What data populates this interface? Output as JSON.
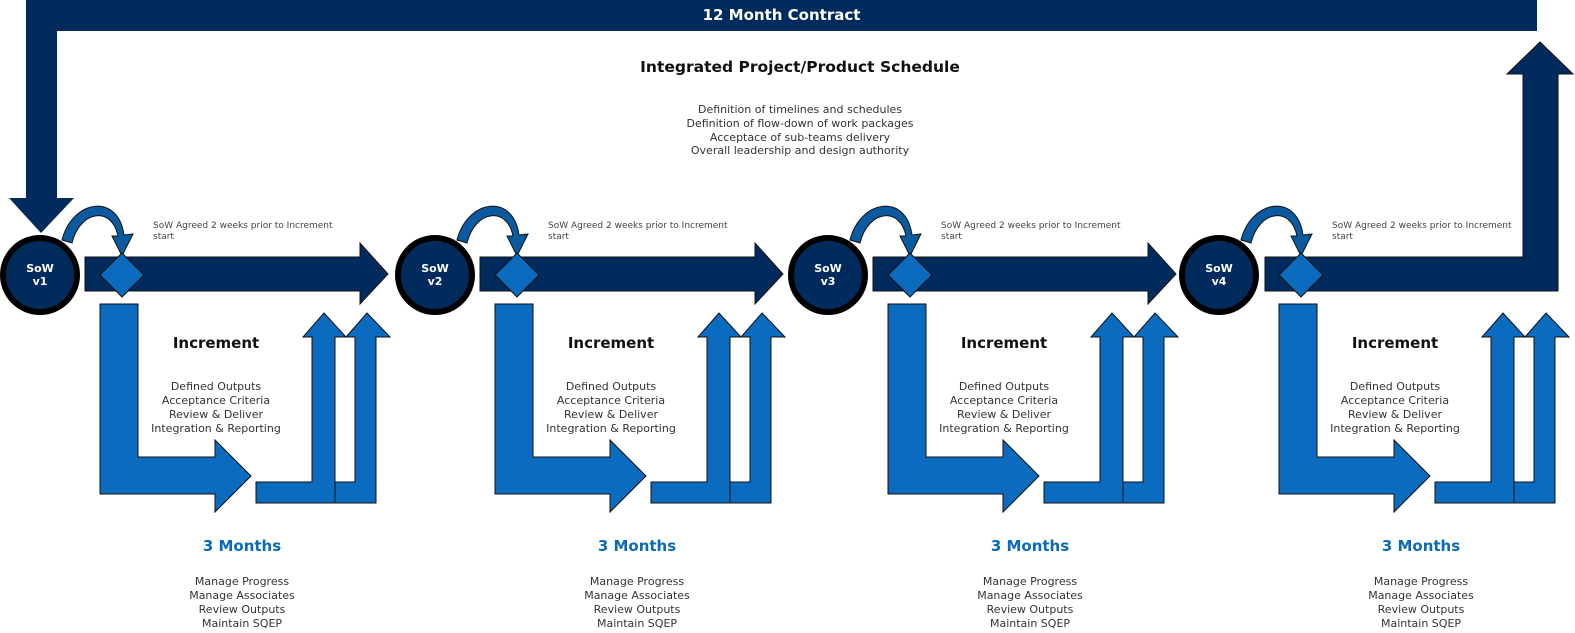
{
  "colors": {
    "navy": "#002b5c",
    "blue": "#0b6cbf",
    "curve_blue": "#0a5aa0",
    "circle_stroke": "#000000",
    "months_text": "#0a6bbd"
  },
  "banner": {
    "title": "12 Month Contract"
  },
  "schedule": {
    "title": "Integrated Project/Product Schedule",
    "items": [
      "Definition of timelines and schedules",
      "Definition of flow-down of work packages",
      "Acceptace of sub-teams delivery",
      "Overall leadership and design authority"
    ]
  },
  "phases": [
    {
      "sow_label": [
        "SoW",
        "v1"
      ],
      "note": "SoW Agreed 2 weeks prior to Increment start",
      "increment": {
        "title": "Increment",
        "items": [
          "Defined Outputs",
          "Acceptance Criteria",
          "Review & Deliver",
          "Integration & Reporting"
        ]
      },
      "duration": {
        "title": "3 Months",
        "items": [
          "Manage Progress",
          "Manage Associates",
          "Review Outputs",
          "Maintain SQEP"
        ]
      }
    },
    {
      "sow_label": [
        "SoW",
        "v2"
      ],
      "note": "SoW Agreed 2 weeks prior to Increment start",
      "increment": {
        "title": "Increment",
        "items": [
          "Defined Outputs",
          "Acceptance Criteria",
          "Review & Deliver",
          "Integration & Reporting"
        ]
      },
      "duration": {
        "title": "3 Months",
        "items": [
          "Manage Progress",
          "Manage Associates",
          "Review Outputs",
          "Maintain SQEP"
        ]
      }
    },
    {
      "sow_label": [
        "SoW",
        "v3"
      ],
      "note": "SoW Agreed 2 weeks prior to Increment start",
      "increment": {
        "title": "Increment",
        "items": [
          "Defined Outputs",
          "Acceptance Criteria",
          "Review & Deliver",
          "Integration & Reporting"
        ]
      },
      "duration": {
        "title": "3 Months",
        "items": [
          "Manage Progress",
          "Manage Associates",
          "Review Outputs",
          "Maintain SQEP"
        ]
      }
    },
    {
      "sow_label": [
        "SoW",
        "v4"
      ],
      "note": "SoW Agreed 2 weeks prior to Increment start",
      "increment": {
        "title": "Increment",
        "items": [
          "Defined Outputs",
          "Acceptance Criteria",
          "Review & Deliver",
          "Integration & Reporting"
        ]
      },
      "duration": {
        "title": "3 Months",
        "items": [
          "Manage Progress",
          "Manage Associates",
          "Review Outputs",
          "Maintain SQEP"
        ]
      }
    }
  ]
}
